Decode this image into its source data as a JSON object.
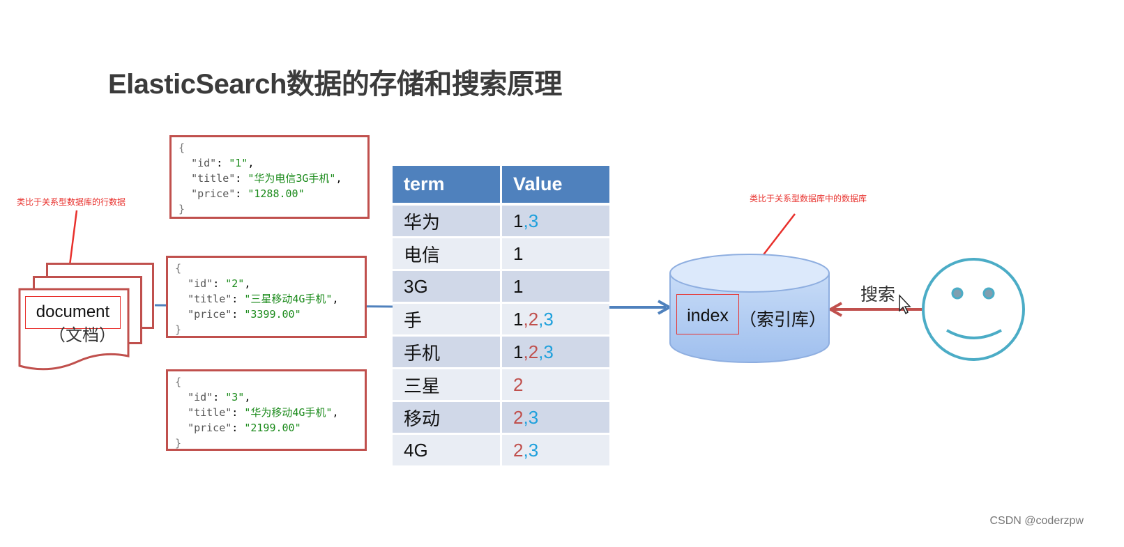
{
  "title": "ElasticSearch数据的存储和搜索原理",
  "notes": {
    "document_note": "类比于关系型数据库的行数据",
    "index_note": "类比于关系型数据库中的数据库"
  },
  "document": {
    "label": "document",
    "sublabel": "（文档）"
  },
  "json_docs": [
    {
      "open": "{",
      "id_key": "\"id\"",
      "id_val": "\"1\"",
      "title_key": "\"title\"",
      "title_val": "\"华为电信3G手机\"",
      "price_key": "\"price\"",
      "price_val": "\"1288.00\"",
      "close": "}"
    },
    {
      "open": "{",
      "id_key": "\"id\"",
      "id_val": "\"2\"",
      "title_key": "\"title\"",
      "title_val": "\"三星移动4G手机\"",
      "price_key": "\"price\"",
      "price_val": "\"3399.00\"",
      "close": "}"
    },
    {
      "open": "{",
      "id_key": "\"id\"",
      "id_val": "\"3\"",
      "title_key": "\"title\"",
      "title_val": "\"华为移动4G手机\"",
      "price_key": "\"price\"",
      "price_val": "\"2199.00\"",
      "close": "}"
    }
  ],
  "table": {
    "headers": [
      "term",
      "Value"
    ],
    "rows": [
      {
        "term": "华为",
        "term_color": "dark",
        "value": [
          {
            "t": "1",
            "c": "dark"
          },
          {
            "t": ",3",
            "c": "blue"
          }
        ]
      },
      {
        "term": "电信",
        "term_color": "dark",
        "value": [
          {
            "t": "1",
            "c": "dark"
          }
        ]
      },
      {
        "term": "3G",
        "term_color": "dark",
        "value": [
          {
            "t": "1",
            "c": "dark"
          }
        ]
      },
      {
        "term": "手",
        "term_color": "dark",
        "value": [
          {
            "t": "1",
            "c": "dark"
          },
          {
            "t": ",2",
            "c": "red"
          },
          {
            "t": ",3",
            "c": "blue"
          }
        ]
      },
      {
        "term": "手机",
        "term_color": "dark",
        "value": [
          {
            "t": "1",
            "c": "dark"
          },
          {
            "t": ",2",
            "c": "red"
          },
          {
            "t": ",3",
            "c": "blue"
          }
        ]
      },
      {
        "term": "三星",
        "term_color": "red",
        "value": [
          {
            "t": "2",
            "c": "red"
          }
        ]
      },
      {
        "term": "移动",
        "term_color": "red",
        "value": [
          {
            "t": "2",
            "c": "red"
          },
          {
            "t": ",3",
            "c": "blue"
          }
        ]
      },
      {
        "term": "4G",
        "term_color": "red",
        "value": [
          {
            "t": "2",
            "c": "red"
          },
          {
            "t": ",3",
            "c": "blue"
          }
        ]
      }
    ]
  },
  "index": {
    "label": "index",
    "sublabel": "（索引库）"
  },
  "search_label": "搜索",
  "watermark": "CSDN @coderzpw",
  "colors": {
    "box_border": "#c0504d",
    "table_header": "#4f81bd",
    "arrow_blue": "#4f81bd",
    "arrow_red": "#c0504d",
    "annotation_red": "#e8302c",
    "smiley": "#4bacc6",
    "cylinder_top": "#dbe8fb",
    "cylinder_body": "#a9c6f0"
  },
  "icons": [
    "document-stack-icon",
    "database-cylinder-icon",
    "smiley-user-icon",
    "mouse-cursor-icon"
  ]
}
